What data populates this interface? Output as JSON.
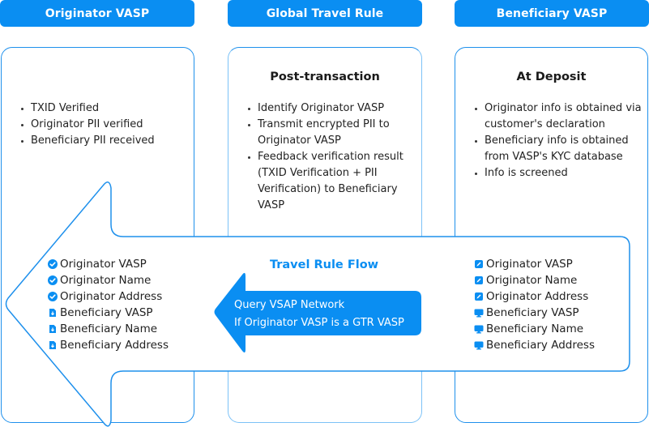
{
  "colors": {
    "accent": "#0a8ef2",
    "border": "#1e90ec",
    "border_light": "#7cc2f7",
    "text": "#222222",
    "white": "#ffffff"
  },
  "headers": [
    {
      "label": "Originator VASP"
    },
    {
      "label": "Global Travel Rule"
    },
    {
      "label": "Beneficiary VASP"
    }
  ],
  "columns": [
    {
      "title": "",
      "bullets": [
        "TXID Verified",
        "Originator PII verified",
        "Beneficiary PII received"
      ]
    },
    {
      "title": "Post-transaction",
      "bullets": [
        "Identify Originator VASP",
        "Transmit encrypted PII to Originator VASP",
        "Feedback verification result (TXID Verification + PII Verification) to Beneficiary VASP"
      ]
    },
    {
      "title": "At Deposit",
      "bullets": [
        "Originator info is obtained via customer's declaration",
        "Beneficiary info is obtained from VASP's KYC database",
        "Info is screened"
      ]
    }
  ],
  "flow": {
    "title": "Travel Rule Flow",
    "arrow_lines": [
      "Query VSAP Network",
      "If Originator VASP is a GTR VASP"
    ],
    "left_fields": [
      {
        "label": "Originator VASP",
        "icon": "check-circle-icon"
      },
      {
        "label": "Originator Name",
        "icon": "check-circle-icon"
      },
      {
        "label": "Originator Address",
        "icon": "check-circle-icon"
      },
      {
        "label": "Beneficiary VASP",
        "icon": "file-download-icon"
      },
      {
        "label": "Beneficiary Name",
        "icon": "file-download-icon"
      },
      {
        "label": "Beneficiary Address",
        "icon": "file-download-icon"
      }
    ],
    "right_fields": [
      {
        "label": "Originator VASP",
        "icon": "edit-icon"
      },
      {
        "label": "Originator Name",
        "icon": "edit-icon"
      },
      {
        "label": "Originator Address",
        "icon": "edit-icon"
      },
      {
        "label": "Beneficiary VASP",
        "icon": "monitor-icon"
      },
      {
        "label": "Beneficiary Name",
        "icon": "monitor-icon"
      },
      {
        "label": "Beneficiary Address",
        "icon": "monitor-icon"
      }
    ]
  }
}
